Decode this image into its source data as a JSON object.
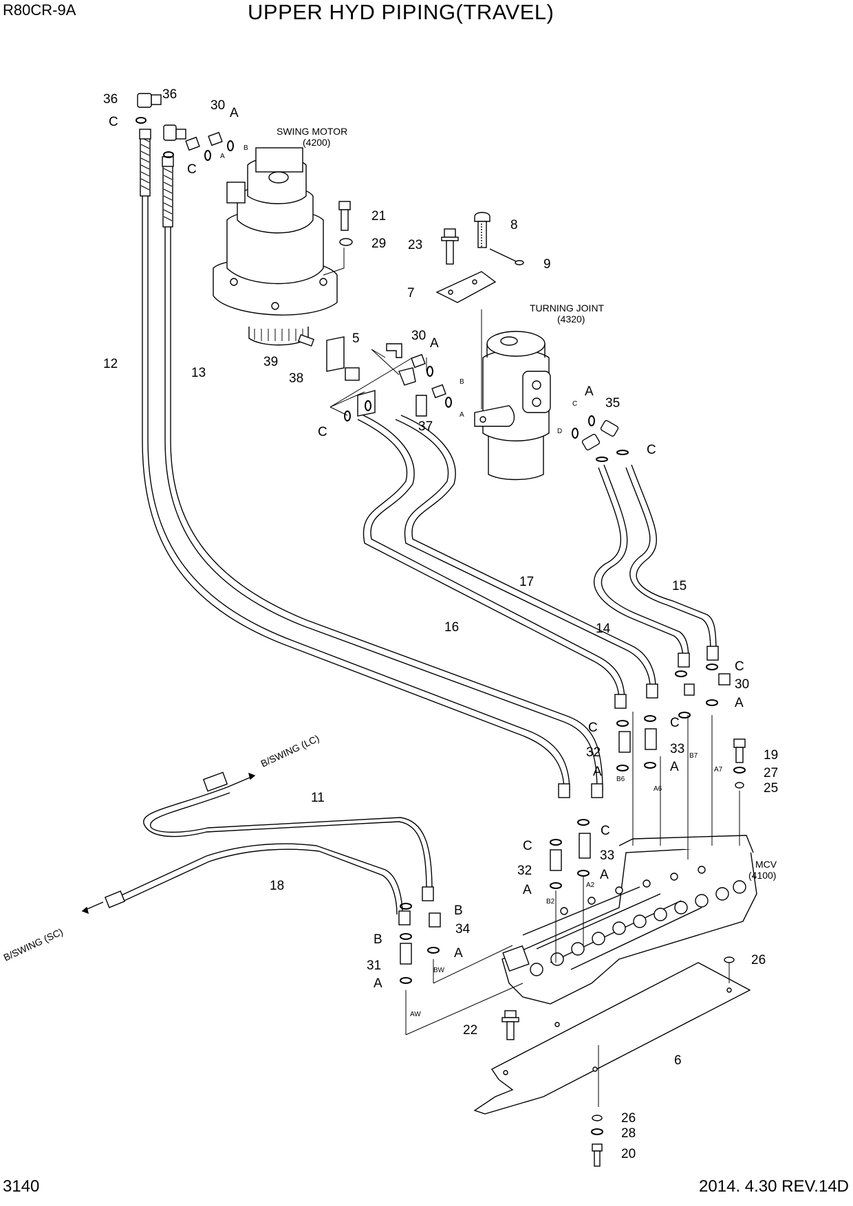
{
  "header": {
    "model": "R80CR-9A",
    "title": "UPPER HYD PIPING(TRAVEL)"
  },
  "footer": {
    "page": "3140",
    "revision": "2014. 4.30  REV.14D"
  },
  "components": {
    "swing_motor": [
      "SWING MOTOR",
      "(4200)"
    ],
    "turning_joint": [
      "TURNING JOINT",
      "(4320)"
    ],
    "mcv": [
      "MCV",
      "(4100)"
    ]
  },
  "destinations": {
    "swing_lc": "B/SWING (LC)",
    "swing_sc": "B/SWING (SC)"
  },
  "callouts": [
    "36",
    "36",
    "30",
    "A",
    "C",
    "C",
    "21",
    "29",
    "8",
    "23",
    "9",
    "7",
    "5",
    "30",
    "A",
    "39",
    "38",
    "C",
    "37",
    "A",
    "35",
    "C",
    "12",
    "13",
    "17",
    "16",
    "15",
    "14",
    "C",
    "30",
    "A",
    "C",
    "C",
    "32",
    "33",
    "A",
    "A",
    "19",
    "27",
    "25",
    "11",
    "C",
    "C",
    "33",
    "32",
    "A",
    "A",
    "B",
    "34",
    "18",
    "B",
    "A",
    "31",
    "A",
    "26",
    "22",
    "6",
    "26",
    "28",
    "20"
  ],
  "port_labels": [
    "B",
    "A",
    "B",
    "A",
    "C",
    "D",
    "B7",
    "A7",
    "B6",
    "A6",
    "A2",
    "B2",
    "BW",
    "AW"
  ]
}
